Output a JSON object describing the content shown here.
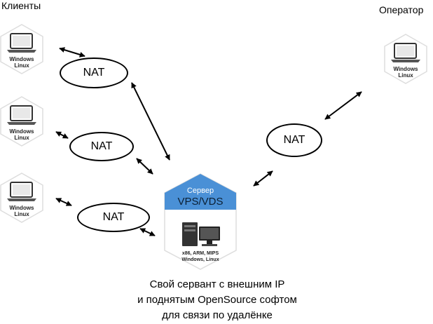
{
  "labels": {
    "clients": "Клиенты",
    "operator": "Оператор"
  },
  "os_label": [
    "Windows",
    "Linux"
  ],
  "nat_label": "NAT",
  "server": {
    "title": "Сервер",
    "subtitle": "VPS/VDS",
    "arch": "x86, ARM, MIPS",
    "os": "Windows, Linux"
  },
  "caption": [
    "Свой сервант с внешним IP",
    "и поднятым OpenSource софтом",
    "для связи по удалёнке"
  ],
  "colors": {
    "server_banner": "#4a90d6",
    "hex_border": "#dddddd",
    "arrow": "#000000"
  }
}
